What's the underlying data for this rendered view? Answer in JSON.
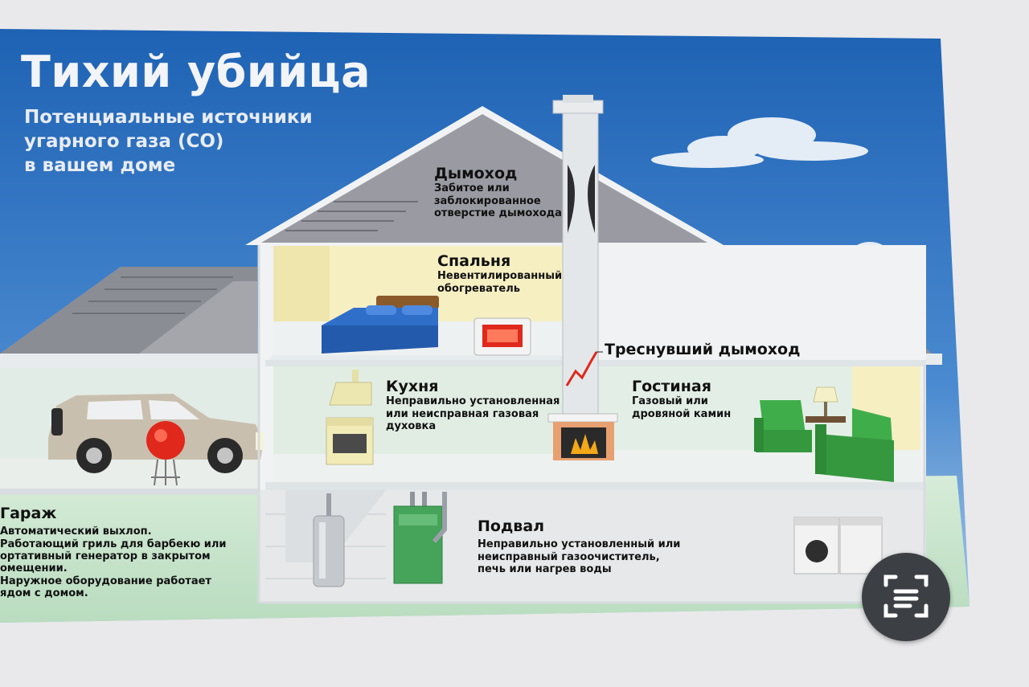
{
  "poster": {
    "title": "Тихий убийца",
    "subtitle": [
      "Потенциальные источники",
      "угарного газа (CO)",
      "в вашем доме"
    ]
  },
  "callouts": {
    "chimney": {
      "title": "Дымоход",
      "lines": [
        "Забитое или",
        "заблокированное",
        "отверстие дымохода"
      ]
    },
    "bedroom": {
      "title": "Спальня",
      "lines": [
        "Невентилированный",
        "обогреватель"
      ]
    },
    "cracked_chimney": {
      "title": "Треснувший дымоход"
    },
    "kitchen": {
      "title": "Кухня",
      "lines": [
        "Неправильно установленная",
        "или неисправная газовая",
        "духовка"
      ]
    },
    "living_room": {
      "title": "Гостиная",
      "lines": [
        "Газовый или",
        "дровяной камин"
      ]
    },
    "garage": {
      "title": "Гараж",
      "lines": [
        "Автоматический выхлоп.",
        "Работающий гриль для барбекю или",
        "ортативный генератор в закрытом",
        "омещении.",
        "Наружное оборудование работает",
        "ядом с домом."
      ]
    },
    "basement": {
      "title": "Подвал",
      "lines": [
        "Неправильно установленный или",
        "неисправный газоочиститель,",
        "печь или нагрев воды"
      ]
    }
  },
  "colors": {
    "sky_top": "#1e62b4",
    "sky_bottom": "#a9c9e6",
    "roof": "#8e8f96",
    "wall_yellow": "#f6efc2",
    "floor": "#e6ebee",
    "bed_blue": "#2f6fc9",
    "chair_green": "#3fae4a",
    "co_red": "#e0281c",
    "car_beige": "#c9bfae",
    "scan_button": "#3c3f44"
  },
  "icons": [
    "chimney",
    "cloud-icon",
    "bed-icon",
    "heater-icon",
    "crack-icon",
    "range-hood-icon",
    "stove-icon",
    "fireplace-icon",
    "armchair-icon",
    "sofa-icon",
    "lamp-icon",
    "car-icon",
    "co-source-icon",
    "grill-icon",
    "water-heater-icon",
    "furnace-icon",
    "washer-icon",
    "dryer-icon",
    "scan-icon"
  ]
}
